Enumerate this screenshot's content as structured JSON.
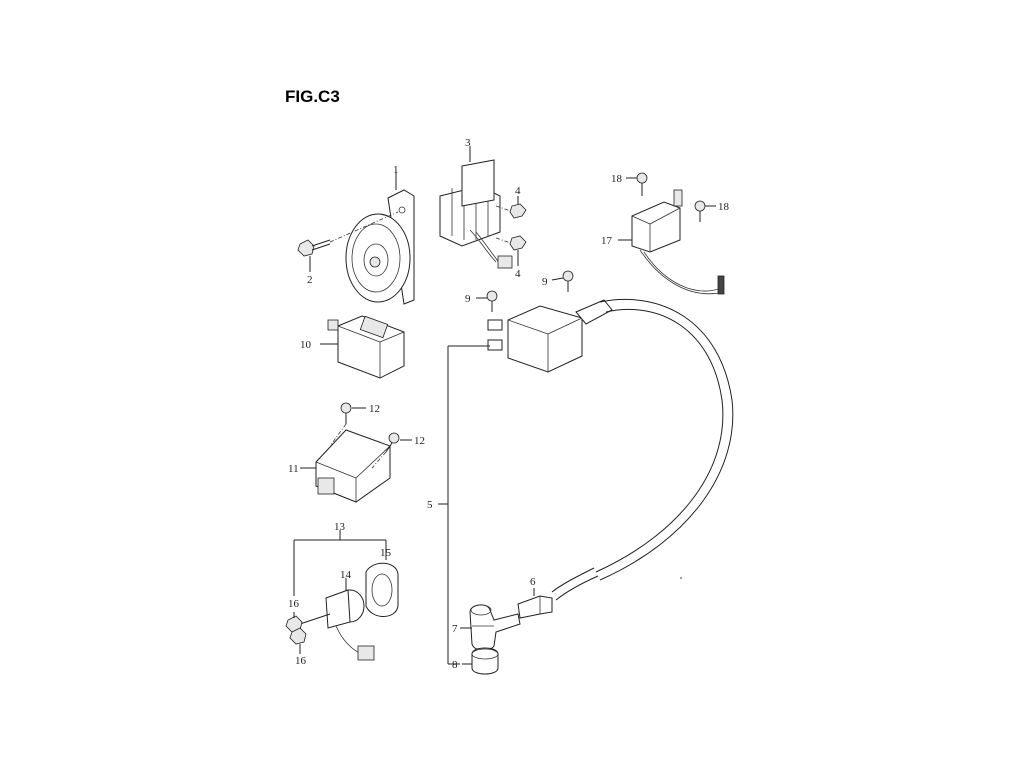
{
  "figure": {
    "title": "FIG.C3"
  },
  "callouts": {
    "p1": "1",
    "p2": "2",
    "p3": "3",
    "p4a": "4",
    "p4b": "4",
    "p5": "5",
    "p6": "6",
    "p7": "7",
    "p8": "8",
    "p9a": "9",
    "p9b": "9",
    "p10": "10",
    "p11": "11",
    "p12a": "12",
    "p12b": "12",
    "p13": "13",
    "p14": "14",
    "p15": "15",
    "p16a": "16",
    "p16b": "16",
    "p17": "17",
    "p18a": "18",
    "p18b": "18"
  }
}
